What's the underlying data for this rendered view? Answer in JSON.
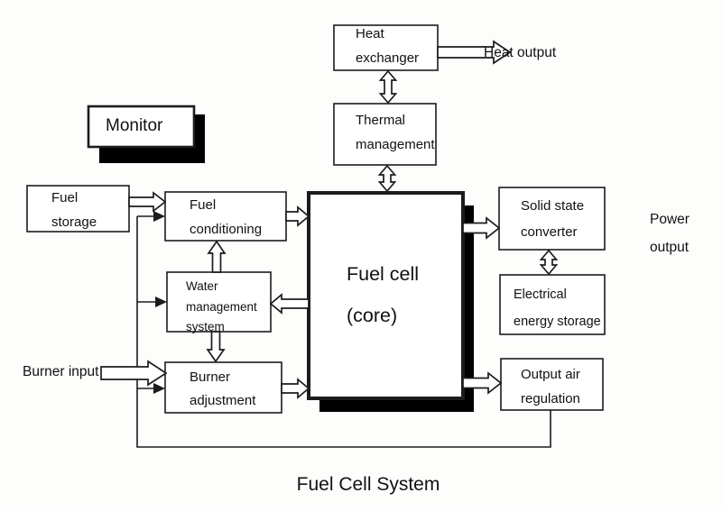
{
  "diagram": {
    "caption": "Fuel Cell System",
    "boxes": {
      "monitor": {
        "lines": [
          "Monitor"
        ]
      },
      "heat_exchanger": {
        "lines": [
          "Heat",
          "exchanger"
        ]
      },
      "thermal_management": {
        "lines": [
          "Thermal",
          "management"
        ]
      },
      "fuel_storage": {
        "lines": [
          "Fuel",
          "storage"
        ]
      },
      "fuel_conditioning": {
        "lines": [
          "Fuel",
          "conditioning"
        ]
      },
      "water_management": {
        "lines": [
          "Water",
          "management",
          "system"
        ]
      },
      "burner_adjustment": {
        "lines": [
          "Burner",
          "adjustment"
        ]
      },
      "fuel_cell": {
        "lines": [
          "Fuel cell",
          "(core)"
        ]
      },
      "solid_state_converter": {
        "lines": [
          "Solid state",
          "converter"
        ]
      },
      "electrical_energy_storage": {
        "lines": [
          "Electrical",
          "energy storage"
        ]
      },
      "output_air_regulation": {
        "lines": [
          "Output air",
          "regulation"
        ]
      }
    },
    "labels": {
      "heat_output": "Heat output",
      "power_output": {
        "line1": "Power",
        "line2": "output"
      },
      "burner_input": "Burner input"
    },
    "colors": {
      "line": "#1c1c1c",
      "box_fill": "#ffffff",
      "shadow": "#000000",
      "background": "#fdfdfb"
    }
  }
}
